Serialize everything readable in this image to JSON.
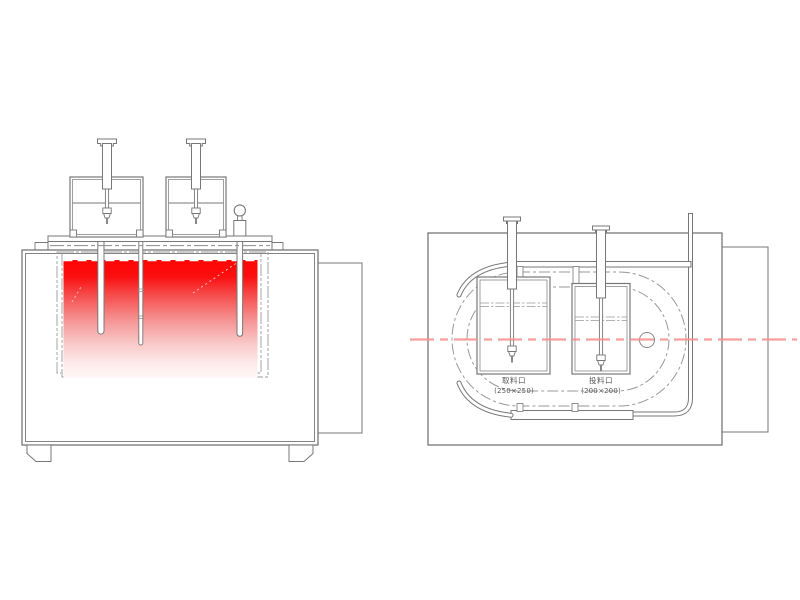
{
  "plan": {
    "ports": {
      "discharge": {
        "label": "取料口",
        "size": "(250×250)"
      },
      "feed": {
        "label": "投料口",
        "size": "(200×200)"
      }
    }
  },
  "colors": {
    "melt_hot": "#ff0000",
    "melt_cool": "#fff6f6",
    "centerline": "#f58f8f",
    "line": "#777777",
    "dash_line": "#999999"
  }
}
